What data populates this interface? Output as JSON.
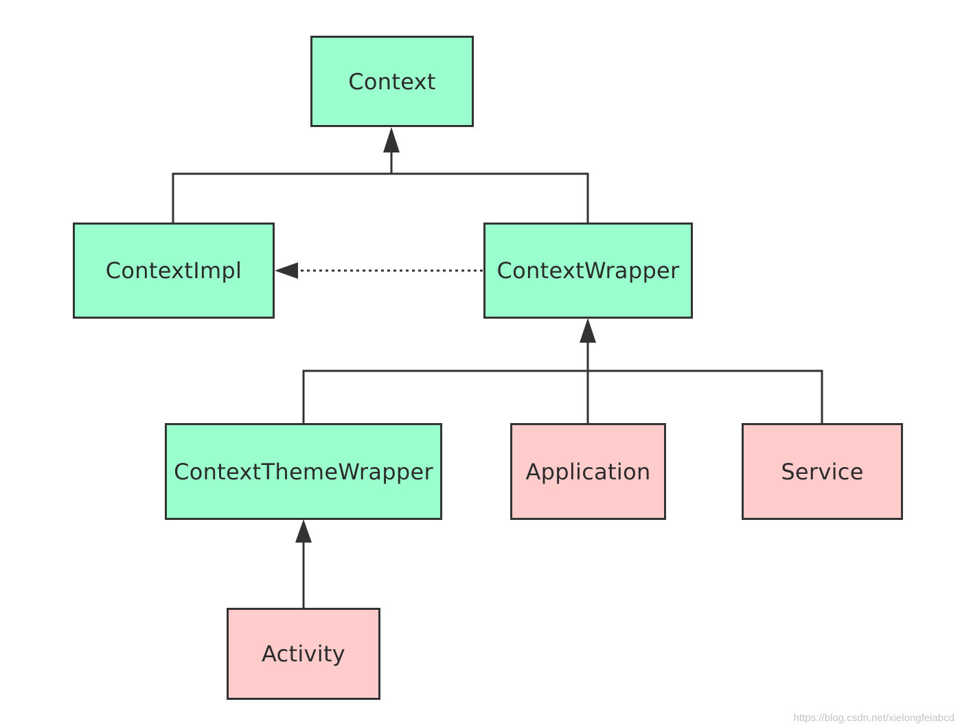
{
  "colors": {
    "abstract_fill": "#9affcc",
    "concrete_fill": "#ffcccc",
    "stroke": "#333333"
  },
  "nodes": {
    "context": {
      "label": "Context",
      "kind": "abstract"
    },
    "context_impl": {
      "label": "ContextImpl",
      "kind": "abstract"
    },
    "context_wrapper": {
      "label": "ContextWrapper",
      "kind": "abstract"
    },
    "context_theme_wrapper": {
      "label": "ContextThemeWrapper",
      "kind": "abstract"
    },
    "application": {
      "label": "Application",
      "kind": "concrete"
    },
    "service": {
      "label": "Service",
      "kind": "concrete"
    },
    "activity": {
      "label": "Activity",
      "kind": "concrete"
    }
  },
  "edges": [
    {
      "from": "context_impl",
      "to": "context",
      "type": "inheritance"
    },
    {
      "from": "context_wrapper",
      "to": "context",
      "type": "inheritance"
    },
    {
      "from": "context_wrapper",
      "to": "context_impl",
      "type": "dependency"
    },
    {
      "from": "context_theme_wrapper",
      "to": "context_wrapper",
      "type": "inheritance"
    },
    {
      "from": "application",
      "to": "context_wrapper",
      "type": "inheritance"
    },
    {
      "from": "service",
      "to": "context_wrapper",
      "type": "inheritance"
    },
    {
      "from": "activity",
      "to": "context_theme_wrapper",
      "type": "inheritance"
    }
  ],
  "watermark": "https://blog.csdn.net/xielongfeiabcd"
}
